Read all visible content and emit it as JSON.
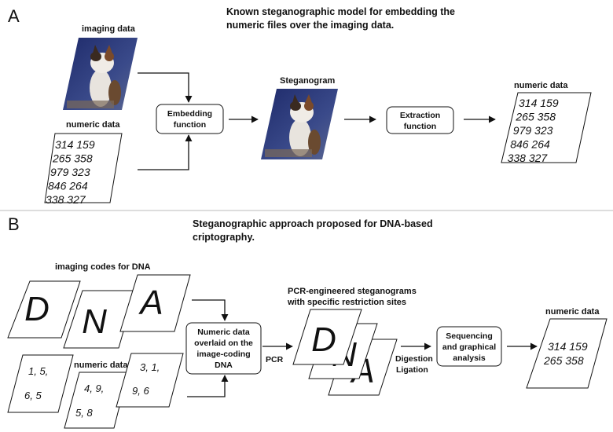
{
  "panel_a": {
    "letter": "A",
    "title_line1": "Known steganographic model for embedding the",
    "title_line2": "numeric files over the imaging data.",
    "imaging_label": "imaging data",
    "numeric_label": "numeric data",
    "numeric_values": [
      "314 159",
      "265 358",
      "979 323",
      "846 264",
      "338 327"
    ],
    "embedding_line1": "Embedding",
    "embedding_line2": "function",
    "steganogram_label": "Steganogram",
    "extraction_line1": "Extraction",
    "extraction_line2": "function",
    "output_label": "numeric data",
    "output_values": [
      "314 159",
      "265 358",
      "979 323",
      "846 264",
      "338 327"
    ]
  },
  "panel_b": {
    "letter": "B",
    "title_line1": "Steganographic approach proposed for DNA-based",
    "title_line2": "criptography.",
    "imaging_codes_label": "imaging codes for DNA",
    "letters": [
      "D",
      "N",
      "A"
    ],
    "numeric_label": "numeric data",
    "num_card1": [
      "1, 5,",
      "6, 5"
    ],
    "num_card2": [
      "4, 9,",
      "5, 8"
    ],
    "num_card3": [
      "3, 1,",
      "9, 6"
    ],
    "overlay_lines": [
      "Numeric data",
      "overlaid on the",
      "image-coding",
      "DNA"
    ],
    "pcr_label": "PCR",
    "pcr_title_line1": "PCR-engineered steganograms",
    "pcr_title_line2": "with specific restriction sites",
    "stack_letters": [
      "D",
      "N",
      "A"
    ],
    "digestion_label": "Digestion",
    "ligation_label": "Ligation",
    "sequencing_lines": [
      "Sequencing",
      "and graphical",
      "analysis"
    ],
    "output_label": "numeric data",
    "output_values": [
      "314 159",
      "265 358"
    ]
  }
}
